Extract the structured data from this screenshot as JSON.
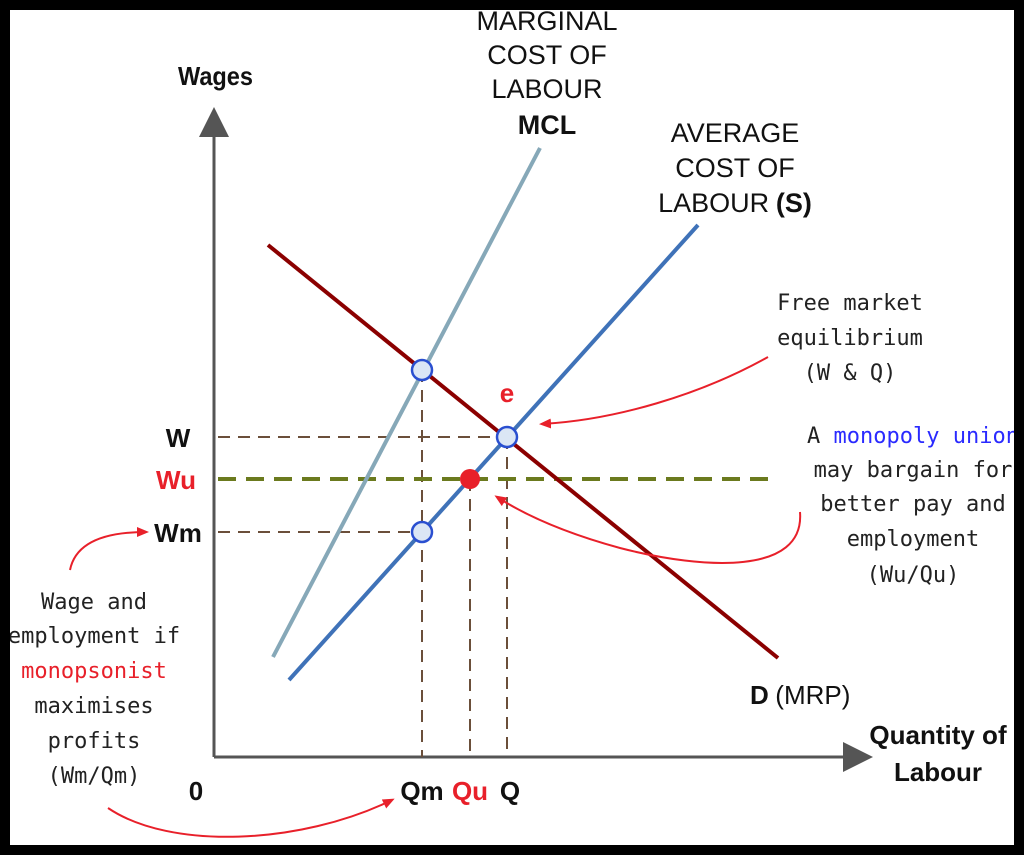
{
  "axes": {
    "y_label": "Wages",
    "x_label_line1": "Quantity of",
    "x_label_line2": "Labour",
    "origin": "0"
  },
  "curves": {
    "mcl": {
      "line1": "MARGINAL",
      "line2": "COST OF",
      "line3": "LABOUR",
      "line4": "MCL"
    },
    "acl": {
      "line1": "AVERAGE",
      "line2": "COST OF",
      "line3": "LABOUR",
      "abbr": "(S)"
    },
    "demand": {
      "letter": "D",
      "rest": "(MRP)"
    }
  },
  "levels": {
    "w": "W",
    "wu": "Wu",
    "wm": "Wm",
    "qm": "Qm",
    "qu": "Qu",
    "q": "Q",
    "e": "e"
  },
  "notes": {
    "free_market": {
      "line1": "Free market",
      "line2": "equilibrium",
      "line3": "(W & Q)"
    },
    "union": {
      "line1_pre": "A ",
      "line1_highlight": "monopoly union",
      "line2": "may bargain for",
      "line3": "better pay and",
      "line4": "employment",
      "line5": "(Wu/Qu)"
    },
    "monopsonist": {
      "line1": "Wage and",
      "line2": "employment if",
      "line3": "monopsonist",
      "line4": "maximises",
      "line5": "profits",
      "line6": "(Wm/Qm)"
    }
  },
  "colors": {
    "demand": "#8b0000",
    "acl": "#3f72b8",
    "mcl": "#86a8b8",
    "union_line": "#6b7a1e",
    "guide": "#6b4f3a",
    "red": "#e8202a",
    "blue_text": "#2a2aff"
  }
}
